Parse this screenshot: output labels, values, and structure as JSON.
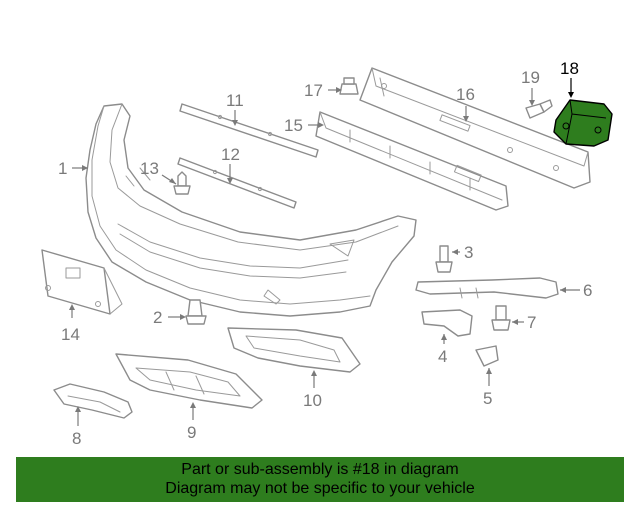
{
  "callouts": {
    "c1": "1",
    "c2": "2",
    "c3": "3",
    "c4": "4",
    "c5": "5",
    "c6": "6",
    "c7": "7",
    "c8": "8",
    "c9": "9",
    "c10": "10",
    "c11": "11",
    "c12": "12",
    "c13": "13",
    "c14": "14",
    "c15": "15",
    "c16": "16",
    "c17": "17",
    "c18": "18",
    "c19": "19"
  },
  "highlighted_part": "18",
  "colors": {
    "highlight_fill": "#2e7d1e",
    "banner_bg": "#2e7d1e",
    "line": "#8c8c8c"
  },
  "banner": {
    "line1": "Part or sub-assembly is #18 in diagram",
    "line2": "Diagram may not be specific to your vehicle"
  }
}
